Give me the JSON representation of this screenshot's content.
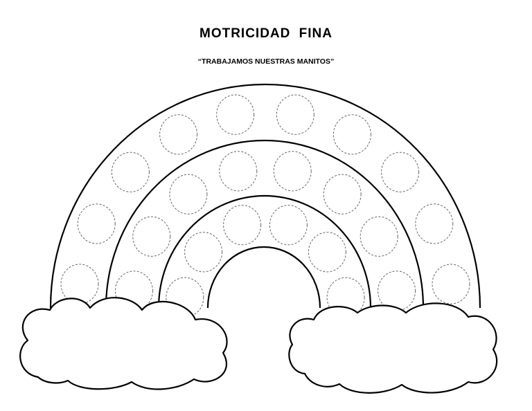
{
  "header": {
    "title": "MOTRICIDAD  FINA",
    "subtitle": "“TRABAJAMOS NUESTRAS MANITOS”"
  },
  "artwork": {
    "name": "rainbow-with-clouds",
    "arc_count": 3,
    "circles_per_arc": [
      10,
      8,
      6
    ],
    "ink_color": "#000000",
    "paper_color": "#ffffff"
  }
}
